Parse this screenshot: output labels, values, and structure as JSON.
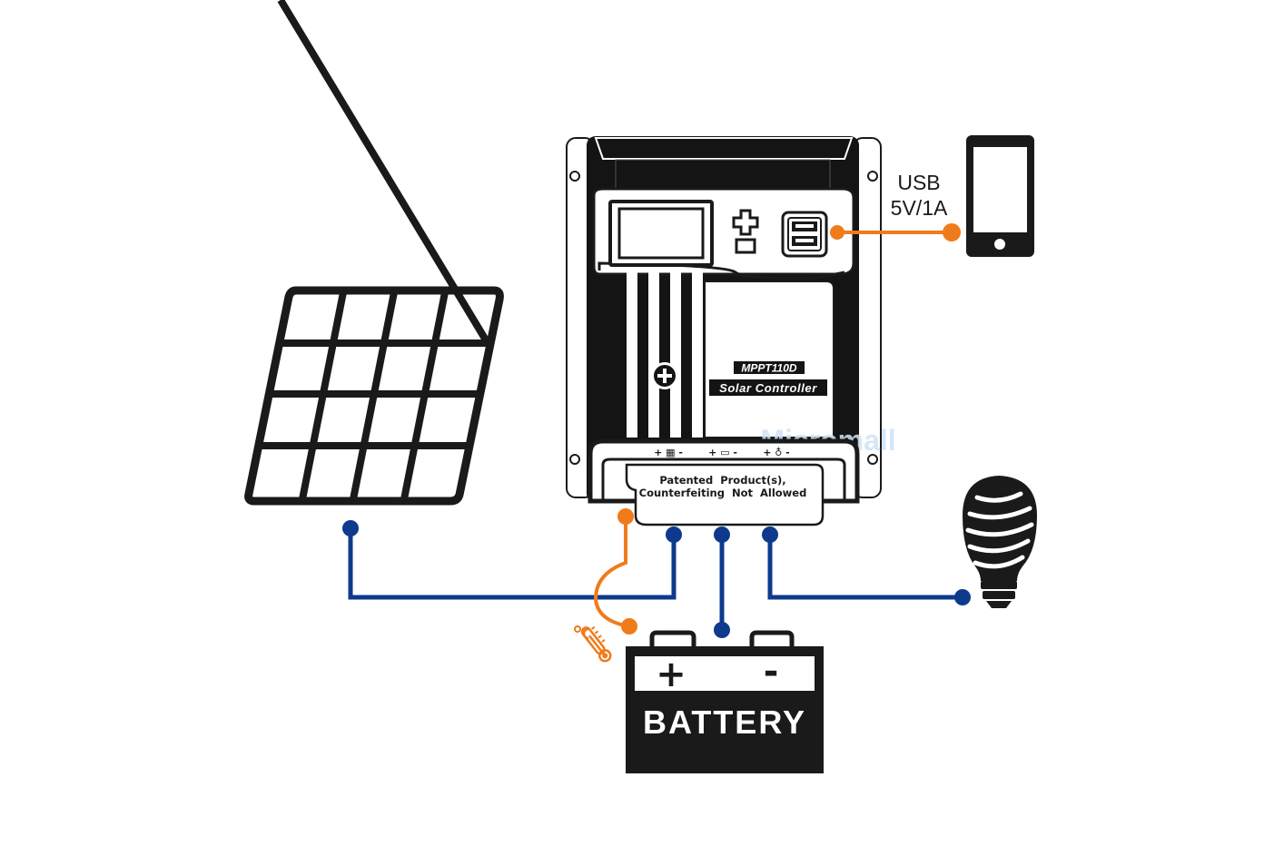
{
  "usb": {
    "line1": "USB",
    "line2": "5V/1A"
  },
  "controller": {
    "model": "MPPT110D",
    "name": "Solar Controller",
    "notice_line1": "Patented  Product(s),",
    "notice_line2": "Counterfeiting  Not  Allowed",
    "watermark": "Micromall",
    "terminal_labels": {
      "pv": "+ ▦ -",
      "battery": "+ ▭ -",
      "load": "+ ♁ -"
    }
  },
  "battery": {
    "label": "BATTERY",
    "plus": "+",
    "minus": "-"
  },
  "colors": {
    "wire_blue": "#0d3a8c",
    "wire_orange": "#f07b1a",
    "outline": "#1a1a1a",
    "watermark": "#cfe3f6"
  },
  "icons": {
    "solar_panel": "solar-panel-icon",
    "phone": "smartphone-icon",
    "bulb": "light-bulb-icon",
    "temperature_sensor": "temperature-sensor-icon",
    "controller": "charge-controller-icon",
    "battery": "battery-icon"
  }
}
